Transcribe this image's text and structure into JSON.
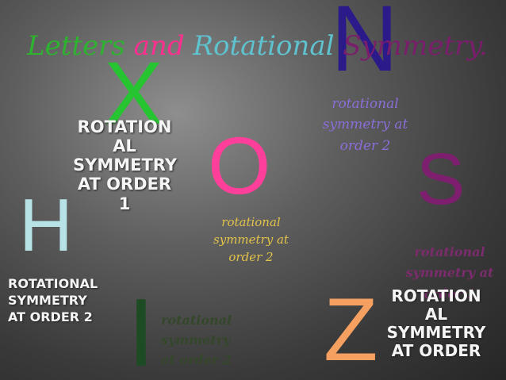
{
  "slide": {
    "title": {
      "part1": "Letters ",
      "part2": "and ",
      "part3": "Rotational ",
      "part4": "Symmetry."
    },
    "letters": {
      "n": "N",
      "x": "X",
      "o": "O",
      "s": "S",
      "h": "H",
      "i": "I",
      "z": "Z"
    },
    "captions": {
      "x": [
        "ROTATION",
        "AL",
        "SYMMETRY",
        "AT ORDER",
        "1"
      ],
      "n": [
        "rotational",
        "symmetry at",
        "order 2"
      ],
      "o": [
        "rotational",
        "symmetry at",
        "order 2"
      ],
      "s": [
        "rotational",
        "symmetry at",
        "order 1"
      ],
      "h": [
        "ROTATIONAL",
        "SYMMETRY",
        "AT ORDER 2"
      ],
      "i": [
        "rotational",
        "symmetry",
        "at order 2"
      ],
      "z": [
        "ROTATION",
        "AL",
        "SYMMETRY",
        "AT ORDER"
      ]
    }
  },
  "colors": {
    "title_green": "#2db32f",
    "title_pink": "#ff2f8f",
    "title_teal": "#5fc2cf",
    "title_purple": "#7a1e6c",
    "letter_n": "#2a1a8a",
    "letter_x": "#27c431",
    "letter_o": "#ff3f9a",
    "letter_s": "#7e1e6e",
    "letter_h": "#b7e2e6",
    "letter_i": "#1d4c24",
    "letter_z": "#f5a061"
  }
}
